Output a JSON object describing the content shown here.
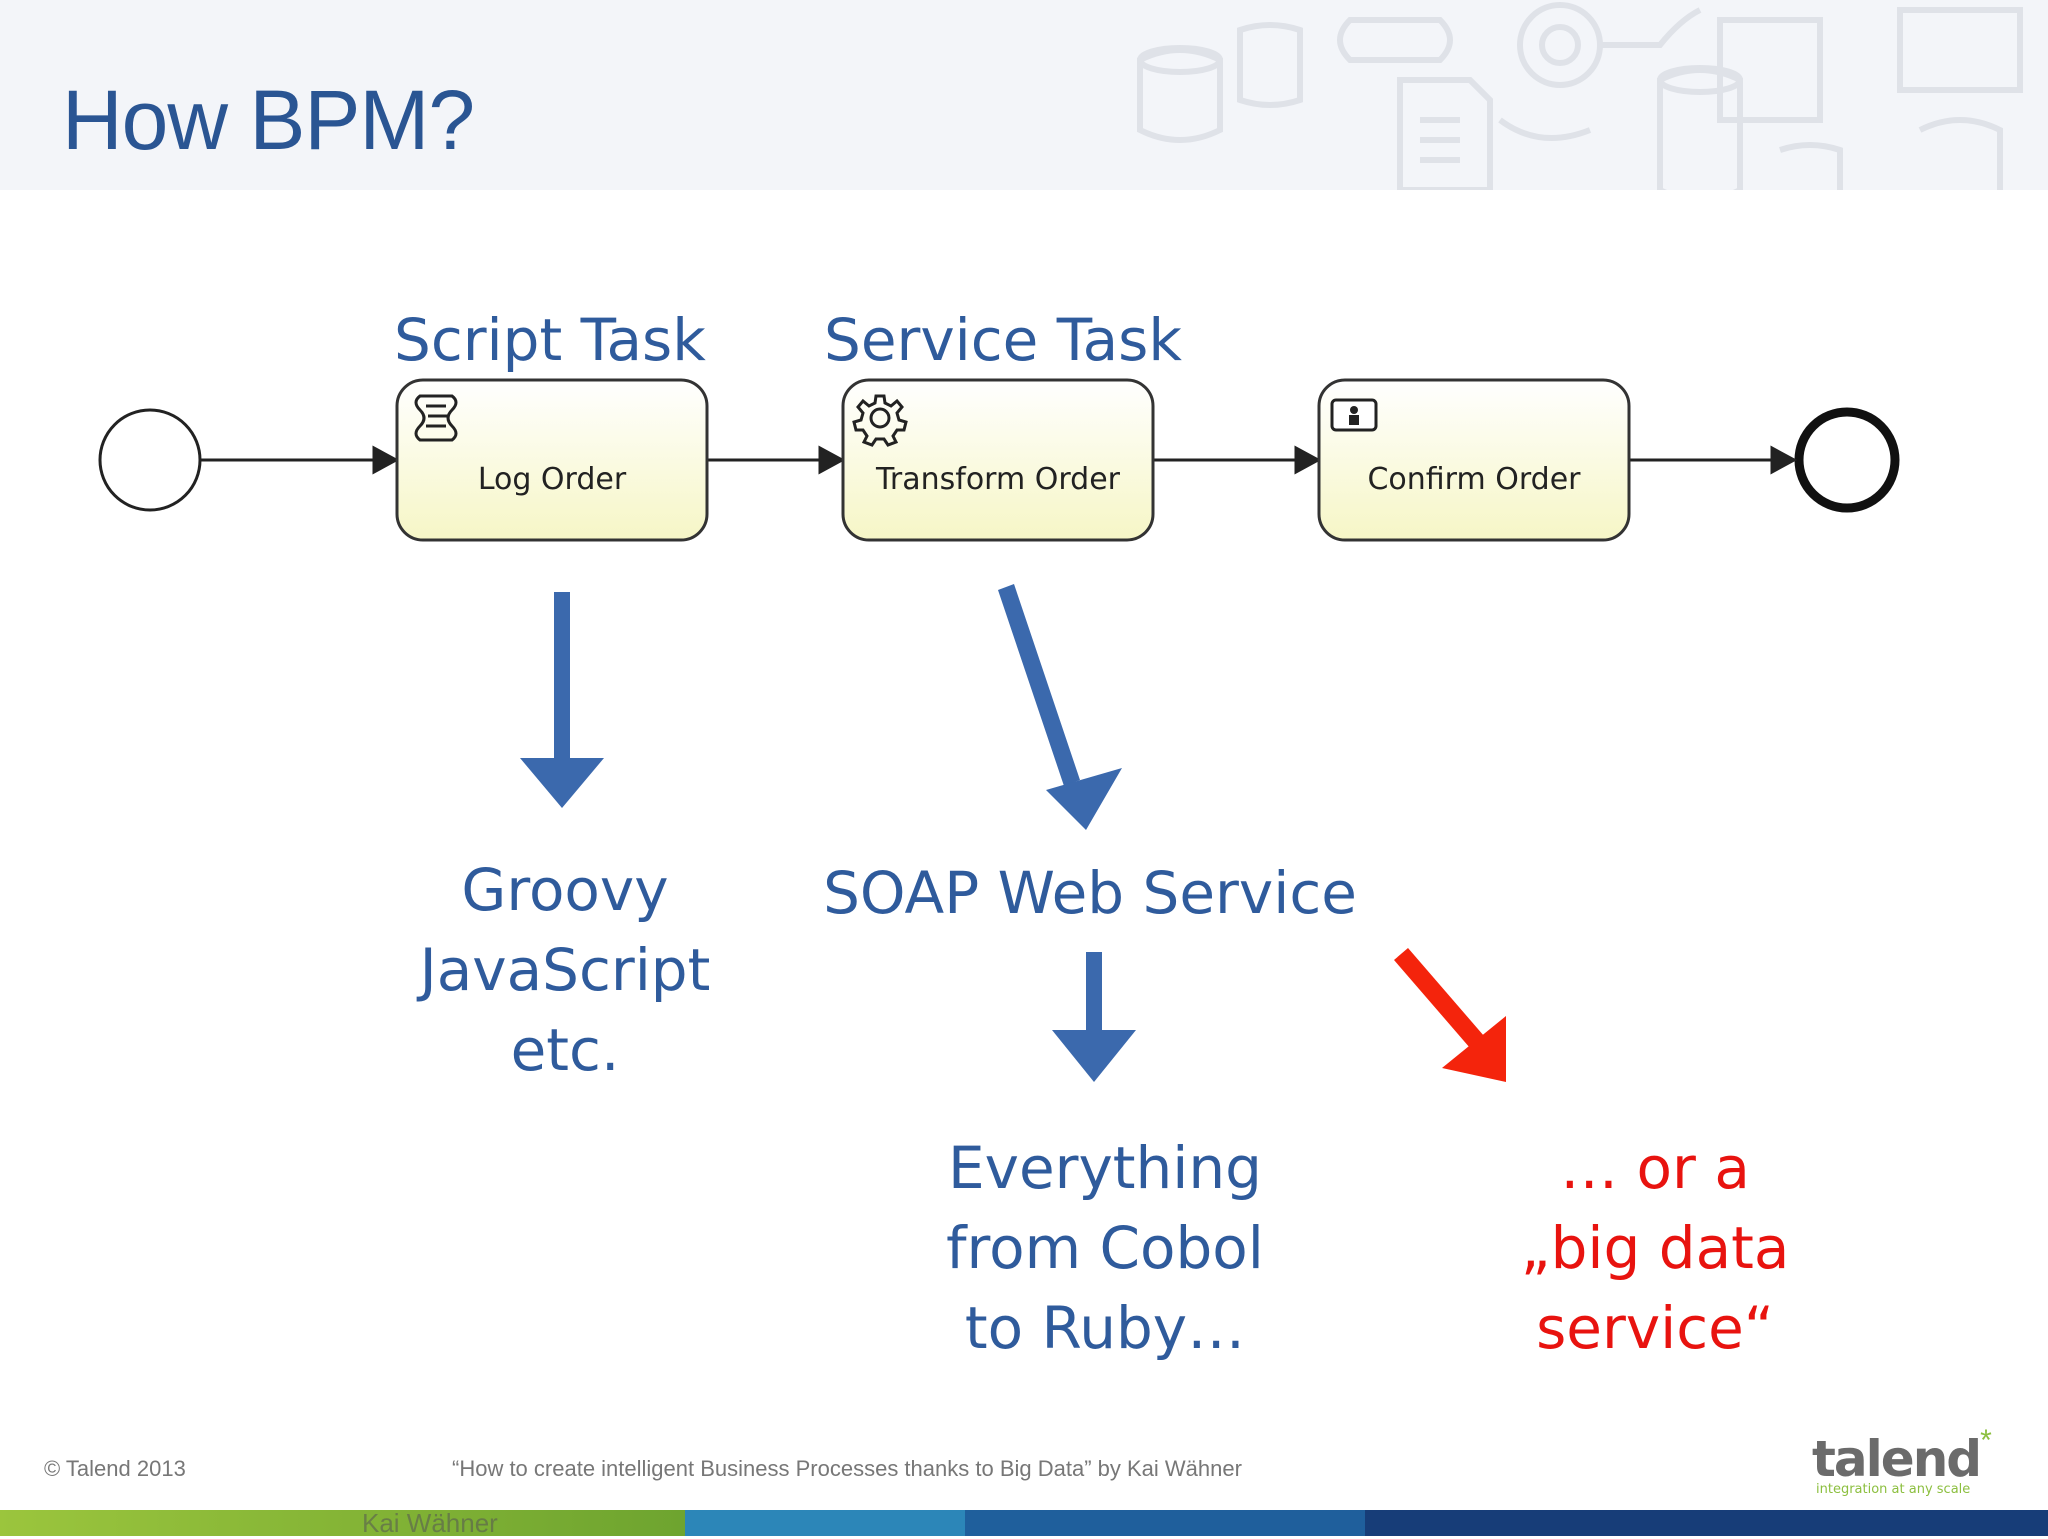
{
  "header": {
    "title": "How BPM?"
  },
  "diagram": {
    "tasks": [
      {
        "category": "Script Task",
        "name": "Log Order",
        "icon": "script-icon"
      },
      {
        "category": "Service Task",
        "name": "Transform Order",
        "icon": "gear-icon"
      },
      {
        "category": "",
        "name": "Confirm Order",
        "icon": "user-task-icon"
      }
    ],
    "script_targets": [
      "Groovy",
      "JavaScript",
      "etc."
    ],
    "service_target": "SOAP Web Service",
    "everything": [
      "Everything",
      "from Cobol",
      "to Ruby…"
    ],
    "big_data": [
      "… or a",
      "„big data",
      "service“"
    ],
    "colors": {
      "blue": "#2f5b9c",
      "red": "#e8130f",
      "task_fill": "#fbfbd8"
    }
  },
  "footer": {
    "copyright": "© Talend 2013",
    "citation": "“How to create intelligent Business Processes thanks to Big Data” by Kai Wähner",
    "faded_author": "Kai Wähner",
    "logo_word": "talend",
    "logo_star": "*",
    "logo_tagline": "integration at any scale"
  }
}
